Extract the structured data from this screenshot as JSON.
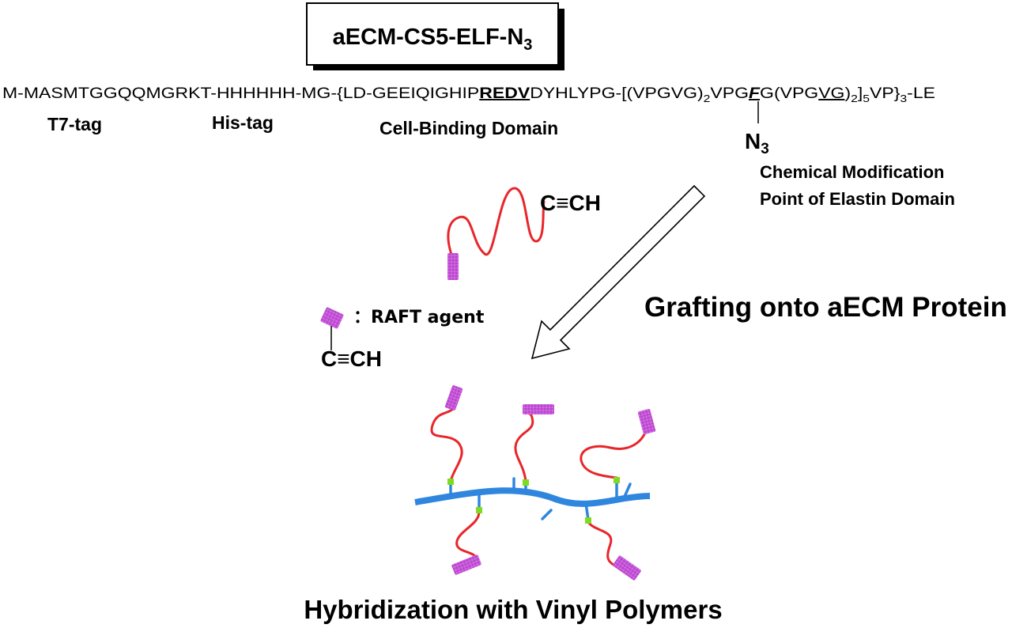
{
  "title": {
    "main": "aECM-CS5-ELF-N",
    "subscript": "3"
  },
  "sequence": {
    "part_a": "M-MASMTGGQQMGRKT-HHHHHH-MG-{LD-GEEIQIGHIP",
    "redv": "REDV",
    "part_b": "DYHLYPG-[(VPGVG)",
    "sub_2a": "2",
    "part_c": "VPG",
    "f_res": "F",
    "part_d": "G(VPG",
    "vg": "VG",
    "part_e": ")",
    "sub_2b": "2",
    "part_f": "]",
    "sub_5": "5",
    "part_g": "VP}",
    "sub_3": "3",
    "part_h": "-LE"
  },
  "labels": {
    "t7_tag": "T7-tag",
    "his_tag": "His-tag",
    "cell_binding": "Cell-Binding Domain",
    "n3_main": "N",
    "n3_sub": "3",
    "chem_mod_line1": "Chemical Modification",
    "chem_mod_line2": "Point of Elastin Domain",
    "grafting": "Grafting onto aECM Protein",
    "alkyne_top": "C≡CH",
    "alkyne_legend": "C≡CH",
    "raft_legend": "：RAFT agent",
    "hybridization": "Hybridization with Vinyl Polymers"
  },
  "colors": {
    "polymer_chain": "#e8262a",
    "raft_agent": "#c653d8",
    "protein_backbone": "#2f86de",
    "linker": "#7ddc1f",
    "arrow_fill": "#ffffff",
    "arrow_stroke": "#000000"
  }
}
